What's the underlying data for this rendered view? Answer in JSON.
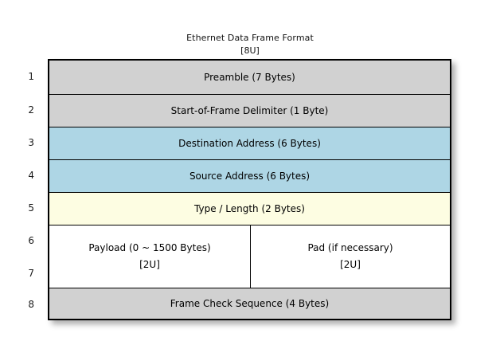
{
  "diagram": {
    "title": "Ethernet Data Frame Format",
    "title_note": "[8U]",
    "row_numbers": [
      "1",
      "2",
      "3",
      "4",
      "5",
      "6",
      "7",
      "8"
    ],
    "fields": [
      {
        "number": "1",
        "label": "Preamble (7 Bytes)",
        "color": "#d1d1d1"
      },
      {
        "number": "2",
        "label": "Start-of-Frame Delimiter (1 Byte)",
        "color": "#d1d1d1"
      },
      {
        "number": "3",
        "label": "Destination Address (6 Bytes)",
        "color": "#aed6e5"
      },
      {
        "number": "4",
        "label": "Source Address (6 Bytes)",
        "color": "#aed6e5"
      },
      {
        "number": "5",
        "label": "Type / Length (2 Bytes)",
        "color": "#fdfde2"
      },
      {
        "number": "8",
        "label": "Frame Check Sequence (4 Bytes)",
        "color": "#d1d1d1"
      }
    ],
    "split_row": {
      "rows_spanned": [
        "6",
        "7"
      ],
      "color": "#ffffff",
      "left": {
        "label": "Payload (0 ~ 1500 Bytes)",
        "note": "[2U]"
      },
      "right": {
        "label": "Pad (if necessary)",
        "note": "[2U]"
      }
    },
    "colors": {
      "header_gray": "#d1d1d1",
      "address_blue": "#aed6e5",
      "type_yellow": "#fdfde2",
      "payload_white": "#ffffff",
      "border": "#000000",
      "background": "#ffffff"
    }
  }
}
